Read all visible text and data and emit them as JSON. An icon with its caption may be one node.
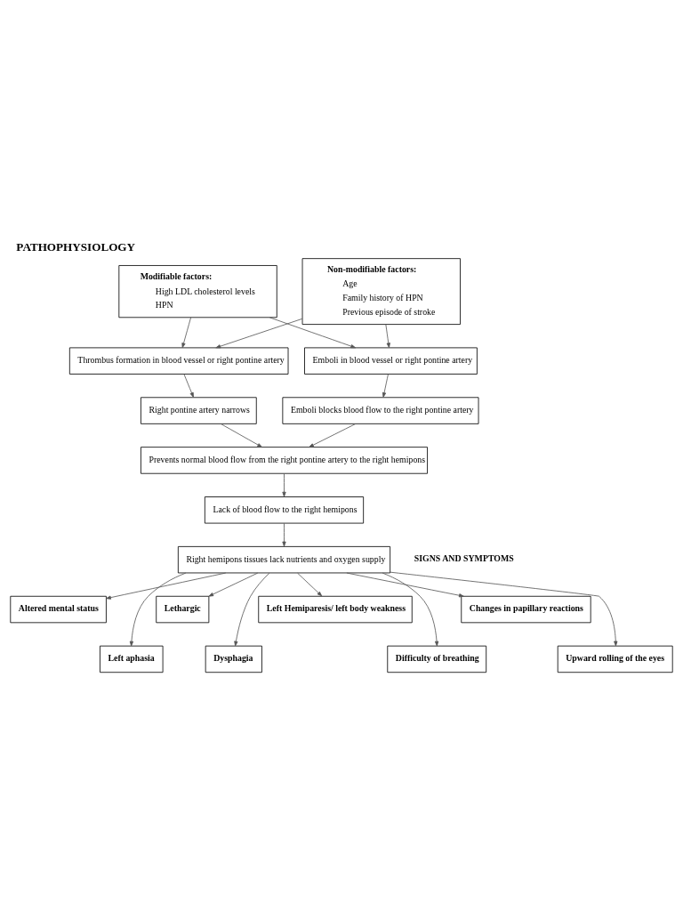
{
  "diagram": {
    "title": "PATHOPHYSIOLOGY",
    "nodes": [
      {
        "text": [
          "Modifiable factors:",
          "High LDL cholesterol levels",
          "HPN"
        ]
      },
      {
        "text": [
          "Non-modifiable factors:",
          "Age",
          "Family history of HPN",
          "Previous episode of stroke"
        ]
      },
      {
        "text": [
          "Thrombus formation in blood vessel or right pontine artery"
        ]
      },
      {
        "text": [
          "Emboli in blood vessel or right pontine artery"
        ]
      },
      {
        "text": [
          "Right pontine artery narrows"
        ]
      },
      {
        "text": [
          "Emboli blocks blood flow to the right pontine artery"
        ]
      },
      {
        "text": [
          "Prevents normal blood flow from the right pontine artery to the right hemipons"
        ]
      },
      {
        "text": [
          "Lack of blood flow to the right hemipons"
        ]
      },
      {
        "text": [
          "Right hemipons tissues lack nutrients and oxygen supply"
        ]
      },
      {
        "text": [
          "Altered mental status"
        ]
      },
      {
        "text": [
          "Lethargic"
        ]
      },
      {
        "text": [
          "Left Hemiparesis/ left body weakness"
        ]
      },
      {
        "text": [
          "Changes in papillary reactions"
        ]
      },
      {
        "text": [
          "Left aphasia"
        ]
      },
      {
        "text": [
          "Dysphagia"
        ]
      },
      {
        "text": [
          "Difficulty of breathing"
        ]
      },
      {
        "text": [
          "Upward rolling of the eyes"
        ]
      }
    ],
    "edges": [
      {
        "from": 0,
        "to": 2,
        "arrow": "to"
      },
      {
        "from": 0,
        "to": 3,
        "arrow": "to"
      },
      {
        "from": 1,
        "to": 2,
        "arrow": "to"
      },
      {
        "from": 1,
        "to": 3,
        "arrow": "to"
      },
      {
        "from": 2,
        "to": 4,
        "arrow": "to"
      },
      {
        "from": 3,
        "to": 5,
        "arrow": "to"
      },
      {
        "from": 4,
        "to": 6,
        "arrow": "to"
      },
      {
        "from": 5,
        "to": 6,
        "arrow": "to"
      },
      {
        "from": 6,
        "to": 7,
        "arrow": "to"
      },
      {
        "from": 7,
        "to": 8,
        "arrow": "to"
      },
      {
        "from": 8,
        "to": 9,
        "arrow": "to"
      },
      {
        "from": 8,
        "to": 13,
        "arrow": "to"
      },
      {
        "from": 8,
        "to": 10,
        "arrow": "to"
      },
      {
        "from": 8,
        "to": 14,
        "arrow": "to"
      },
      {
        "from": 8,
        "to": 11,
        "arrow": "to"
      },
      {
        "from": 8,
        "to": 15,
        "arrow": "to"
      },
      {
        "from": 8,
        "to": 12,
        "arrow": "to"
      },
      {
        "from": 8,
        "to": 16,
        "arrow": "to"
      }
    ],
    "labels": [
      "SIGNS AND SYMPTOMS"
    ]
  }
}
